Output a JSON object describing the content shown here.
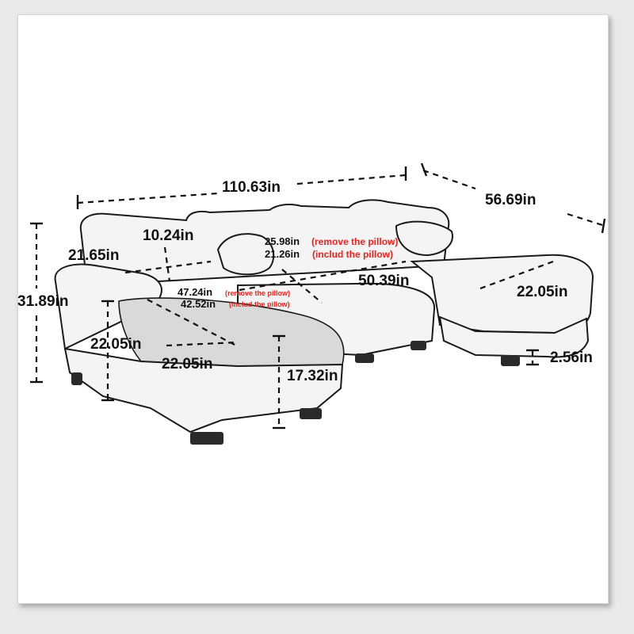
{
  "dimensions": {
    "total_length": "110.63in",
    "chaise_length": "56.69in",
    "arm_height": "10.24in",
    "arm_width": "21.65in",
    "total_height": "31.89in",
    "seat_height_side": "22.05in",
    "seat_width": "22.05in",
    "seat_height": "17.32in",
    "seat_depth_chaise": "22.05in",
    "leg_height": "2.56in",
    "chaise_depth": "50.39in",
    "back_height_no_pillow": "25.98in",
    "back_height_with_pillow": "21.26in",
    "seat_depth_no_pillow": "47.24in",
    "seat_depth_with_pillow": "42.52in"
  },
  "notes": {
    "remove_pillow": "(remove the pillow)",
    "include_pillow": "(includ the pillow)"
  },
  "colors": {
    "note_red": "#e8241f",
    "line": "#111111",
    "background": "#ffffff"
  }
}
